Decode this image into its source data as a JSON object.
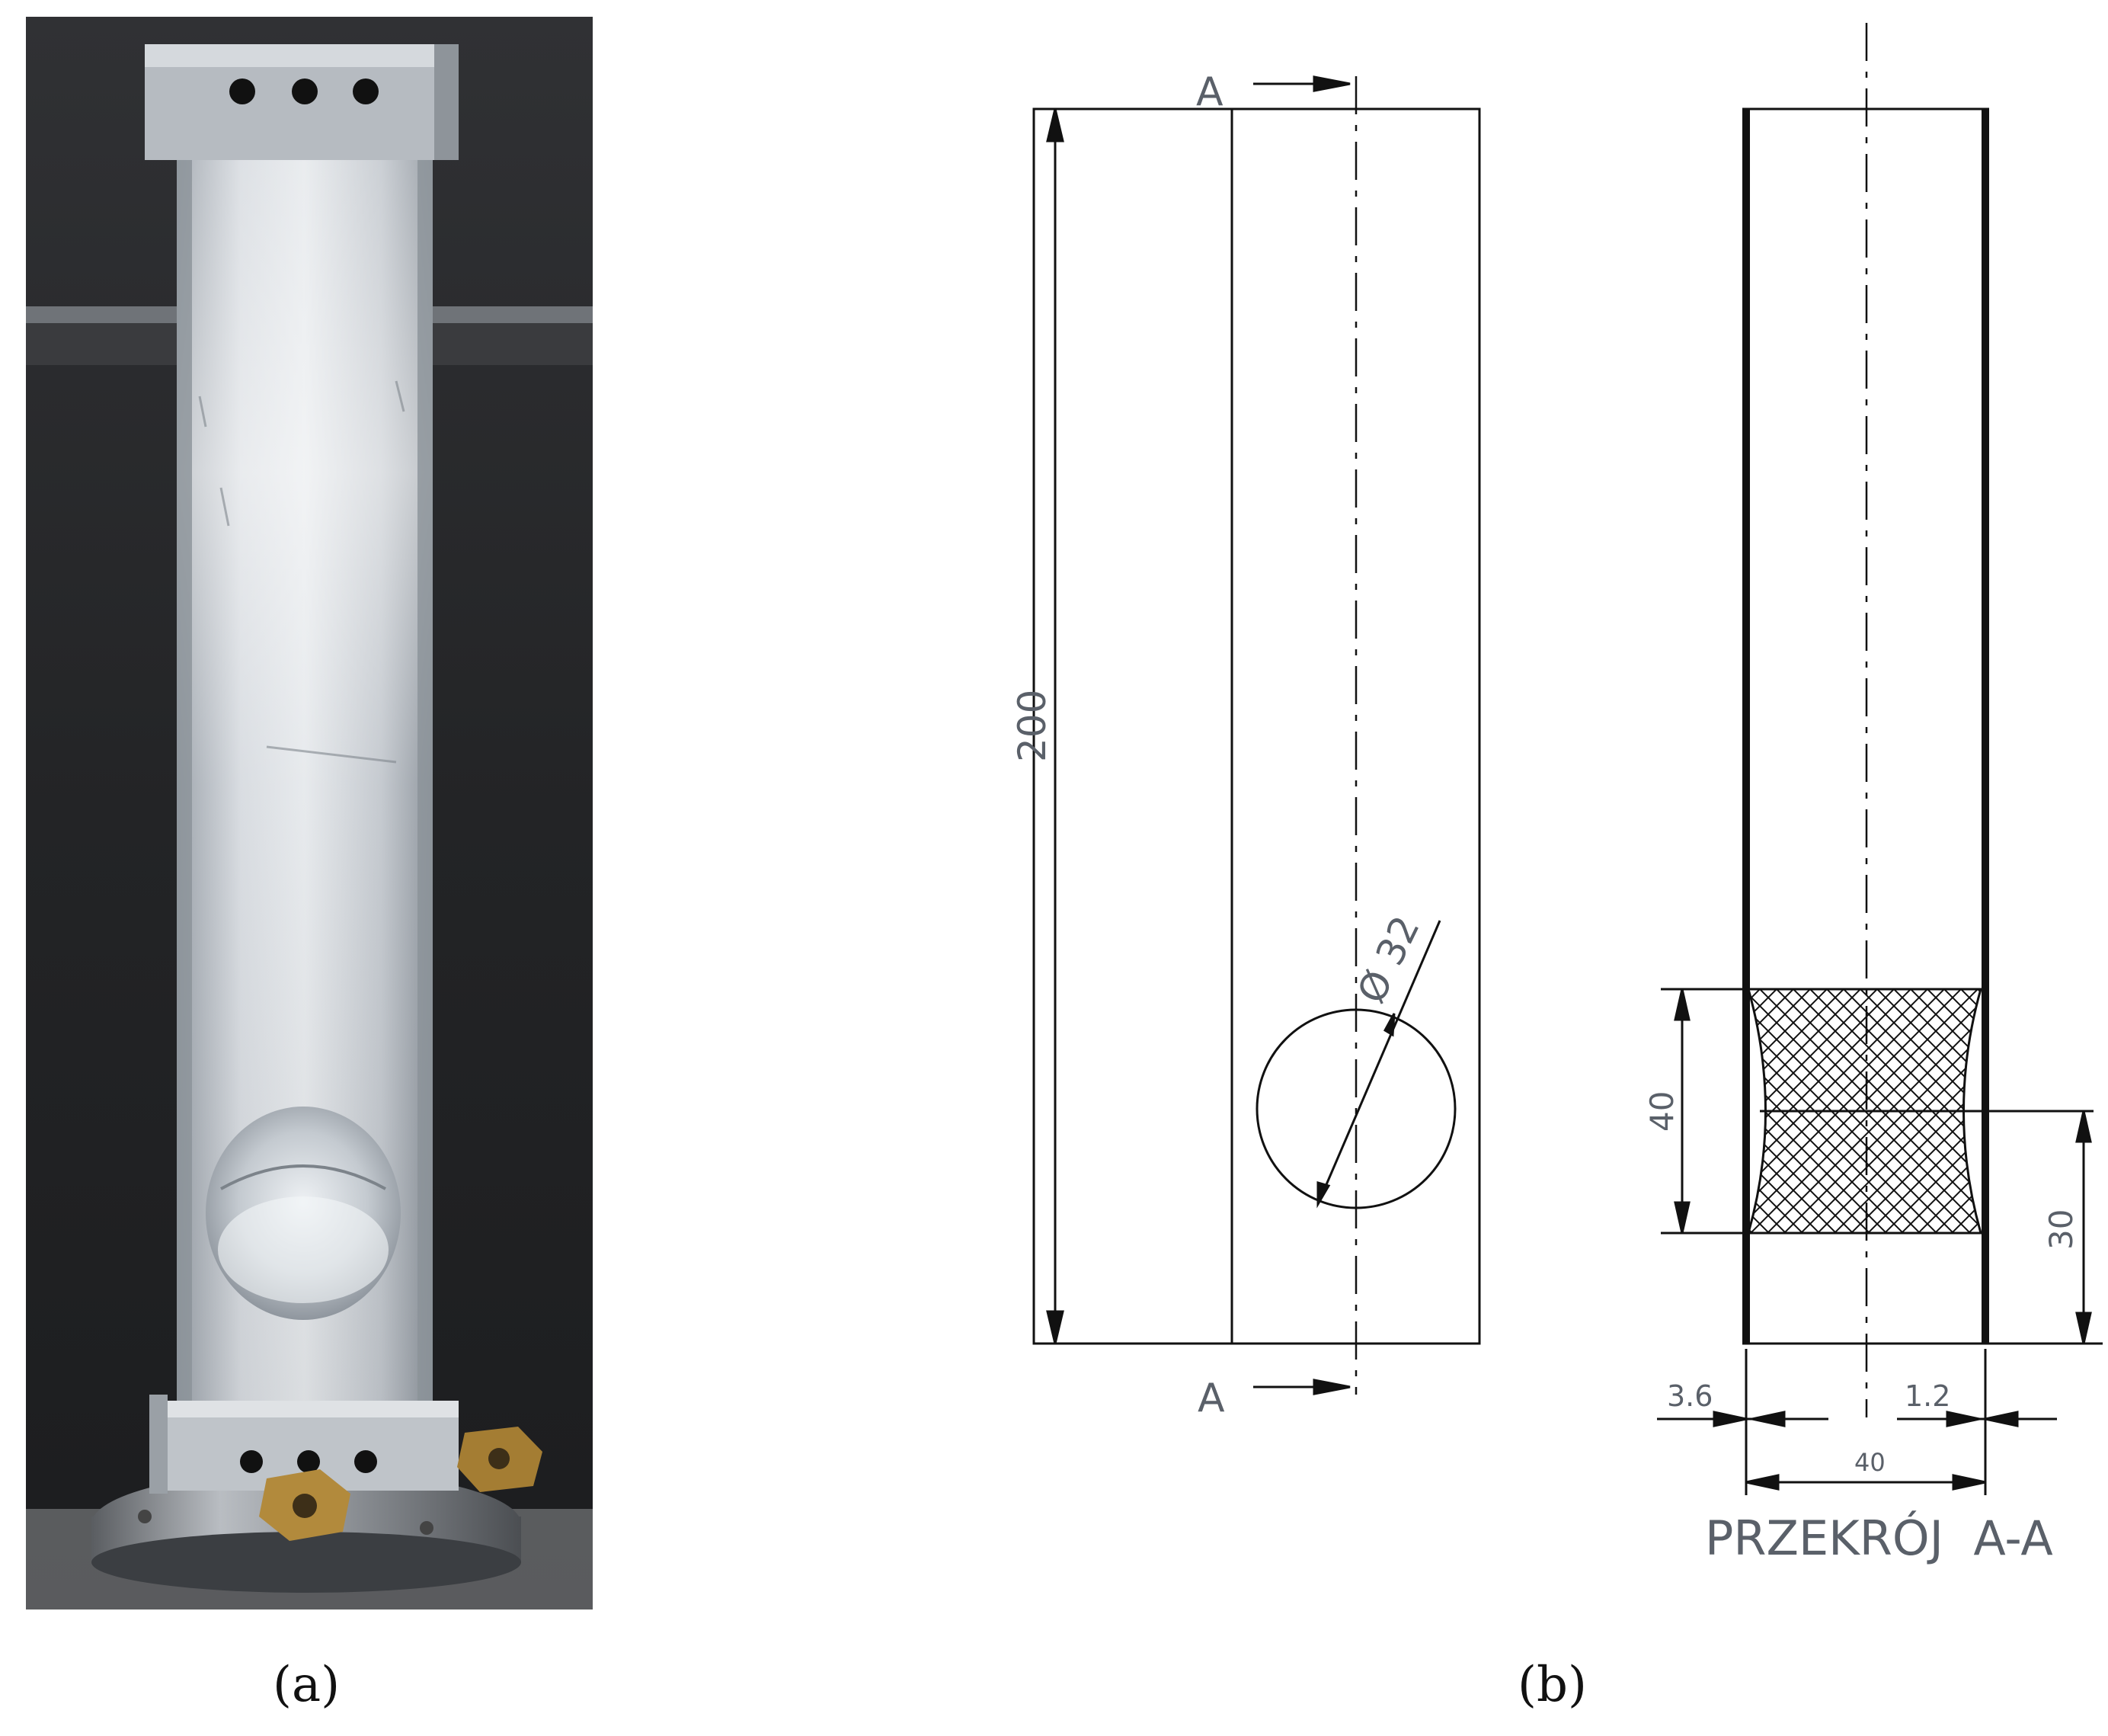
{
  "captions": {
    "a": "(a)",
    "b": "(b)"
  },
  "drawing": {
    "section_mark_top": "A",
    "section_mark_bottom": "A",
    "dim_height": "200",
    "dim_hole_diameter": "Ø 32",
    "dim_section_height": "40",
    "dim_section_offset": "30",
    "dim_left_wall": "3.6",
    "dim_right_wall": "1.2",
    "dim_width": "40",
    "section_title": "PRZEKRÓJ  A-A"
  },
  "colors": {
    "photo_background": "#2a2b2d",
    "aluminium": "#c9ced4",
    "brass": "#b28a3c",
    "line": "#111111"
  }
}
